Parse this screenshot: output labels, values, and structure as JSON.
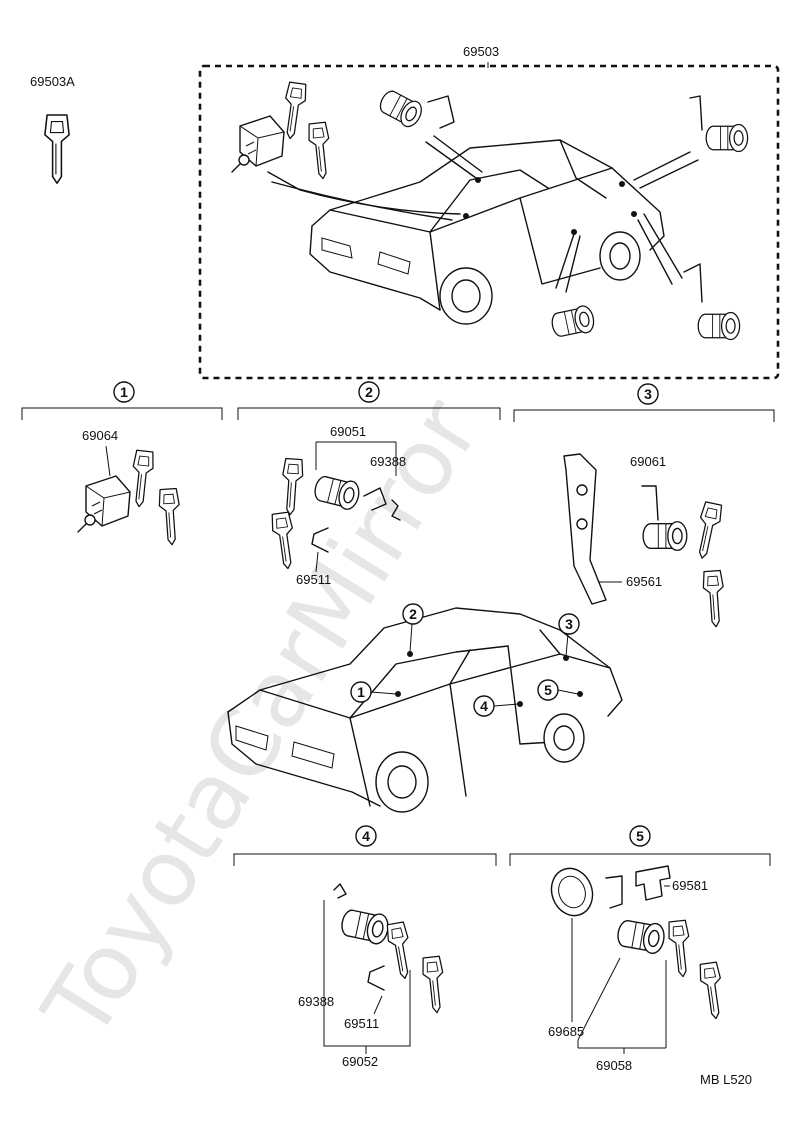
{
  "watermark": "ToyotaCarMirror",
  "labels": {
    "top_key": "69503A",
    "top_set": "69503",
    "s1_cyl": "69064",
    "s2_cyl": "69051",
    "s2_retainer": "69388",
    "s2_clip": "69511",
    "s3_cyl": "69061",
    "s3_plate": "69561",
    "s4_retainer": "69388",
    "s4_clip": "69511",
    "s4_set": "69052",
    "s5_clip": "69581",
    "s5_pad": "69685",
    "s5_set": "69058",
    "footer": "MB   L520"
  },
  "sections": [
    "1",
    "2",
    "3",
    "4",
    "5"
  ],
  "car_callouts": [
    "1",
    "2",
    "3",
    "4",
    "5"
  ]
}
